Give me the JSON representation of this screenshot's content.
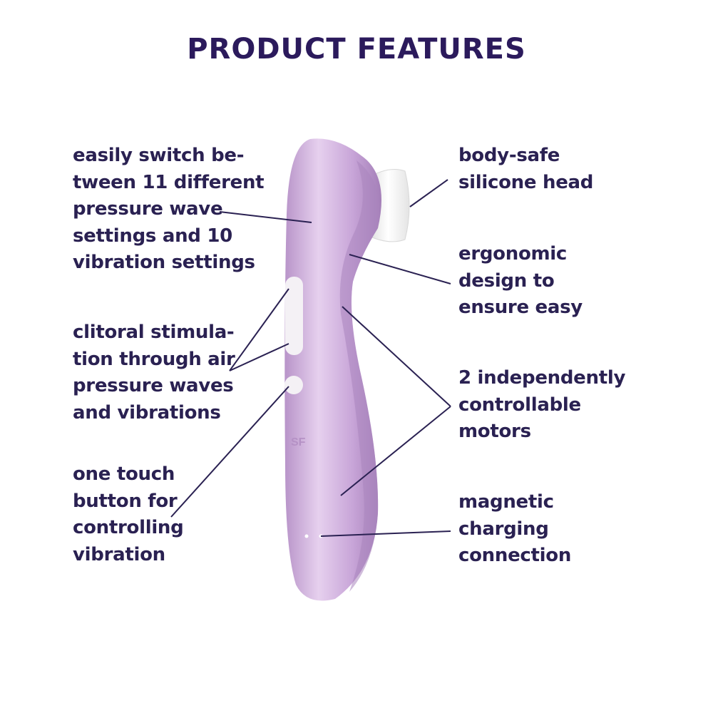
{
  "title": "PRODUCT FEATURES",
  "colors": {
    "text": "#2a2152",
    "device": "#c7a6d6",
    "head": "#f2f2f2"
  },
  "features_left": [
    {
      "text": "easily switch be-\ntween 11 different\npressure wave\nsettings and 10\nvibration settings"
    },
    {
      "text": "clitoral stimula-\ntion through air\npressure waves\nand vibrations"
    },
    {
      "text": "one touch\nbutton for\ncontrolling\nvibration"
    }
  ],
  "features_right": [
    {
      "text": "body-safe\nsilicone head"
    },
    {
      "text": "ergonomic\ndesign to\nensure easy"
    },
    {
      "text": "2 independently\ncontrollable\nmotors"
    },
    {
      "text": "magnetic\ncharging\nconnection"
    }
  ],
  "logo": "SF"
}
